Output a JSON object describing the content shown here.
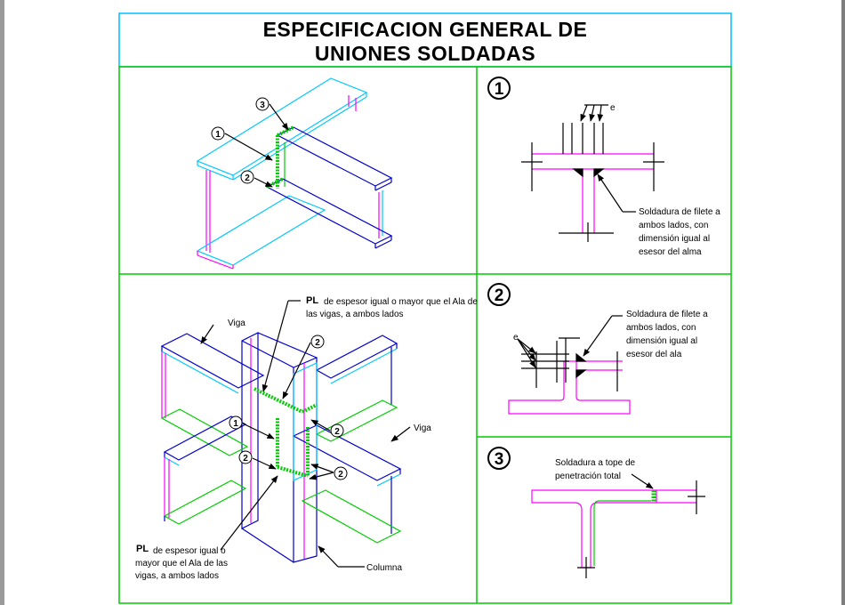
{
  "title": {
    "line1": "ESPECIFICACION GENERAL DE",
    "line2": "UNIONES SOLDADAS"
  },
  "detail_numbers": [
    "1",
    "2",
    "3"
  ],
  "panel_top_left": {
    "callouts": [
      "1",
      "2",
      "3"
    ]
  },
  "panel_bottom_left": {
    "plate_note_top": {
      "symbol": "PL",
      "line1": "de espesor igual o mayor que el Ala de",
      "line2": "las vigas,  a ambos lados"
    },
    "plate_note_bottom": {
      "symbol": "PL",
      "line1": "de espesor igual o",
      "line2": "mayor que el Ala de las",
      "line3": "vigas,  a ambos lados"
    },
    "label_viga": "Viga",
    "label_columna": "Columna",
    "callouts": [
      "1",
      "2",
      "2",
      "2",
      "2"
    ]
  },
  "detail_1": {
    "dim_label": "e",
    "note": [
      "Soldadura de filete a",
      "ambos lados,  con",
      "dimensión igual al",
      "esesor del alma"
    ]
  },
  "detail_2": {
    "dim_label": "e",
    "note": [
      "Soldadura de filete a",
      "ambos lados,  con",
      "dimensión igual al",
      "esesor del ala"
    ]
  },
  "detail_3": {
    "note": [
      "Soldadura a tope de",
      "penetración total"
    ]
  },
  "colors": {
    "frame": "#00cc00",
    "title_border": "#00bfff",
    "magenta": "#ff00ff",
    "blue": "#0000cc",
    "cyan": "#00c8ff",
    "green": "#00cc00"
  }
}
